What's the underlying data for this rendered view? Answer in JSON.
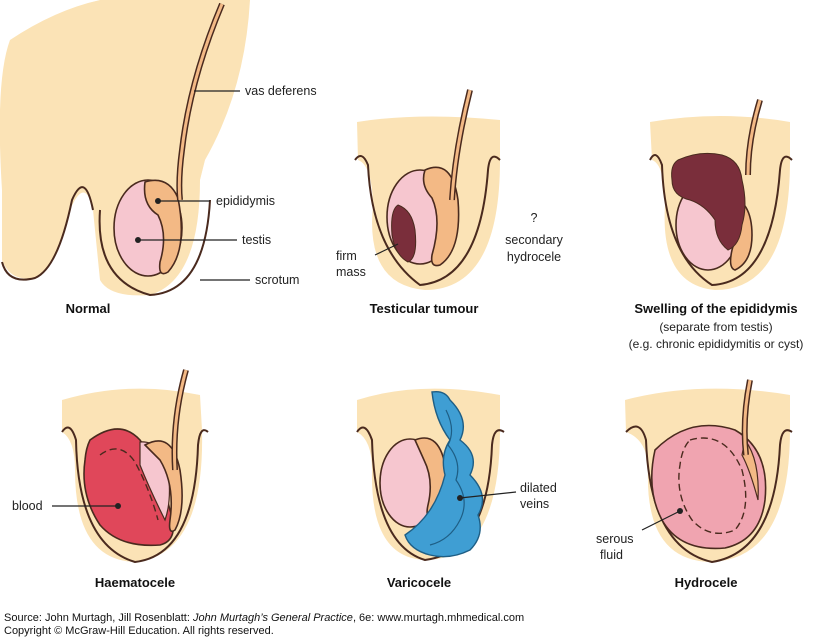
{
  "panels": {
    "normal": {
      "caption": "Normal",
      "labels": {
        "vas_deferens": "vas deferens",
        "epididymis": "epididymis",
        "testis": "testis",
        "scrotum": "scrotum"
      }
    },
    "testicular_tumour": {
      "caption": "Testicular tumour",
      "labels": {
        "firm_mass_1": "firm",
        "firm_mass_2": "mass",
        "q_mark": "?",
        "secondary": "secondary",
        "hydrocele": "hydrocele"
      }
    },
    "epididymis_swelling": {
      "caption": "Swelling of the epididymis",
      "sub1": "(separate from testis)",
      "sub2": "(e.g. chronic epididymitis or cyst)"
    },
    "haematocele": {
      "caption": "Haematocele",
      "labels": {
        "blood": "blood"
      }
    },
    "varicocele": {
      "caption": "Varicocele",
      "labels": {
        "dilated_1": "dilated",
        "dilated_2": "veins"
      }
    },
    "hydrocele": {
      "caption": "Hydrocele",
      "labels": {
        "serous_1": "serous",
        "serous_2": "fluid"
      }
    }
  },
  "source": {
    "prefix": "Source: John Murtagh, Jill Rosenblatt: ",
    "book": "John Murtagh’s General Practice",
    "suffix": ", 6e: www.murtagh.mhmedical.com",
    "copyright": "Copyright © McGraw-Hill Education. All rights reserved."
  },
  "colors": {
    "skin": "#FBE3B6",
    "testis": "#F6C6CF",
    "epididymis": "#F3B985",
    "mass": "#7A2E3B",
    "blood": "#E0475A",
    "veins": "#3F9ED3",
    "hydrocele_fluid": "#F0A4B0",
    "outline": "#4A2A1E"
  }
}
